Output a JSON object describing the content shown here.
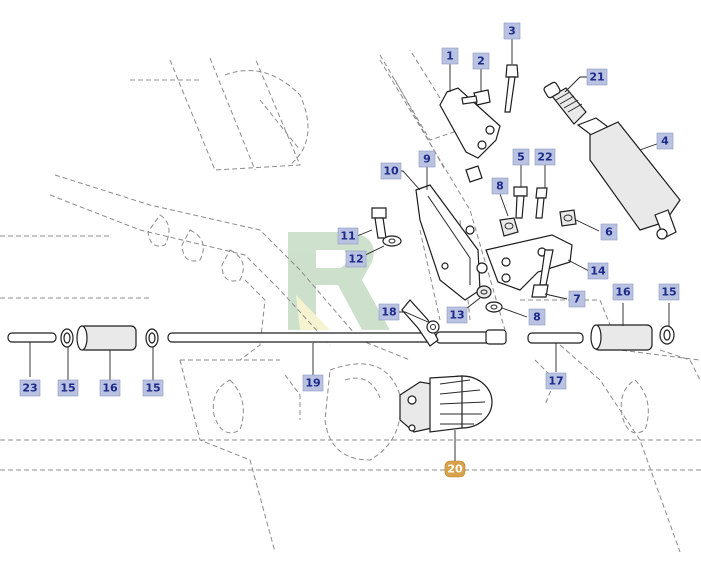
{
  "diagram": {
    "callouts": [
      {
        "id": "c1",
        "text": "1"
      },
      {
        "id": "c2",
        "text": "2"
      },
      {
        "id": "c3",
        "text": "3"
      },
      {
        "id": "c21",
        "text": "21"
      },
      {
        "id": "c4",
        "text": "4"
      },
      {
        "id": "c9",
        "text": "9"
      },
      {
        "id": "c10",
        "text": "10"
      },
      {
        "id": "c5",
        "text": "5"
      },
      {
        "id": "c22",
        "text": "22"
      },
      {
        "id": "c8a",
        "text": "8"
      },
      {
        "id": "c6",
        "text": "6"
      },
      {
        "id": "c11",
        "text": "11"
      },
      {
        "id": "c12",
        "text": "12"
      },
      {
        "id": "c14",
        "text": "14"
      },
      {
        "id": "c7",
        "text": "7"
      },
      {
        "id": "c13",
        "text": "13"
      },
      {
        "id": "c8b",
        "text": "8"
      },
      {
        "id": "c18",
        "text": "18"
      },
      {
        "id": "c16r",
        "text": "16"
      },
      {
        "id": "c15r",
        "text": "15"
      },
      {
        "id": "c17",
        "text": "17"
      },
      {
        "id": "c19",
        "text": "19"
      },
      {
        "id": "c23",
        "text": "23"
      },
      {
        "id": "c15a",
        "text": "15"
      },
      {
        "id": "c16l",
        "text": "16"
      },
      {
        "id": "c15b",
        "text": "15"
      },
      {
        "id": "c20",
        "text": "20",
        "highlight": true
      }
    ]
  }
}
